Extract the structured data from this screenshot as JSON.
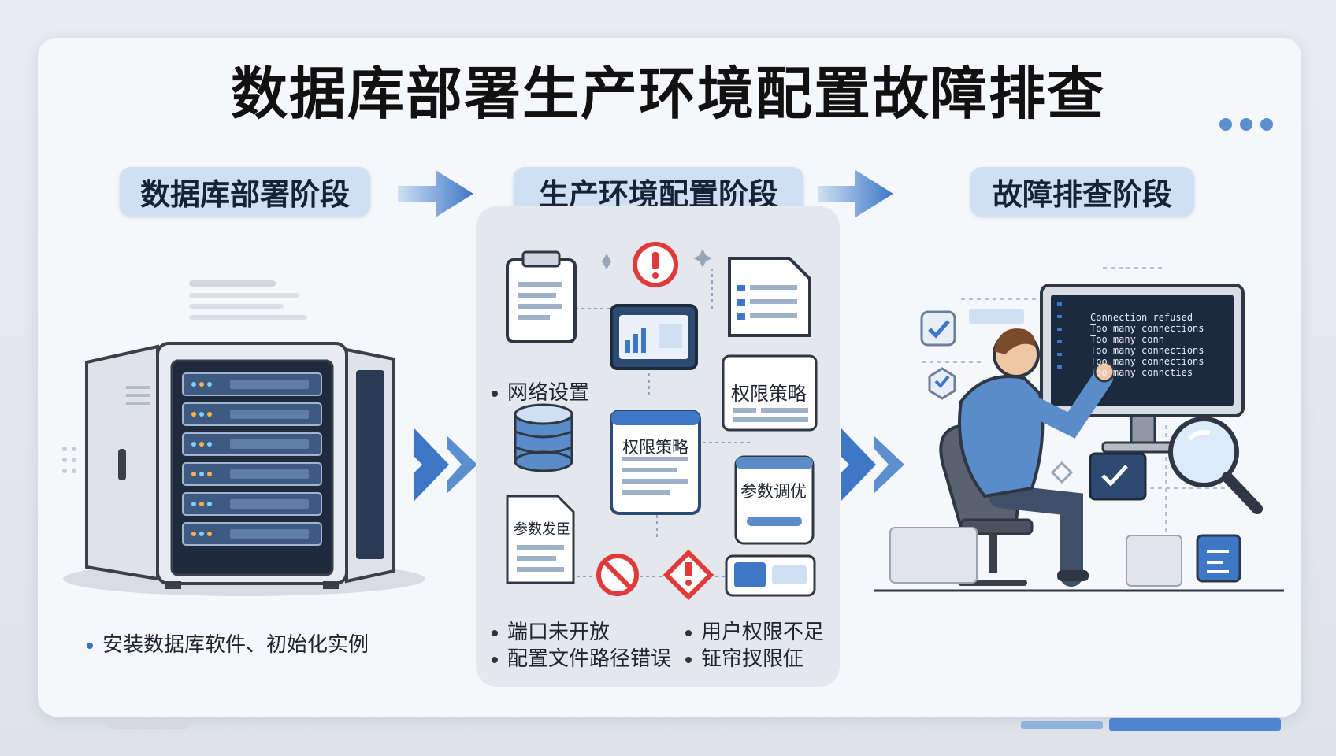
{
  "title": "数据库部署生产环境配置故障排查",
  "stages": [
    {
      "label": "数据库部署阶段"
    },
    {
      "label": "生产环境配置阶段"
    },
    {
      "label": "故障排查阶段"
    }
  ],
  "stage1": {
    "bullet": "安装数据库软件、初始化实例"
  },
  "stage2": {
    "bullet_network": "网络设置",
    "card_permission_right": "权限策略",
    "card_permission_center": "权限策略",
    "card_param_tuning": "参数调优",
    "card_param_file": "参数发臣",
    "issues_left": [
      "端口未开放",
      "配置文件路径错误"
    ],
    "issues_right": [
      "用户权限不足",
      "钲帘扠限佂"
    ]
  },
  "stage3": {
    "terminal_lines": [
      "Connection refused",
      "Too many connections",
      "Too many conn",
      "Too many connections",
      "Too many connections",
      "Too many conncties"
    ]
  },
  "colors": {
    "accent": "#3a72c4",
    "pill": "#cfe0f3",
    "alert": "#e03a3a",
    "screen": "#1c2a40"
  }
}
